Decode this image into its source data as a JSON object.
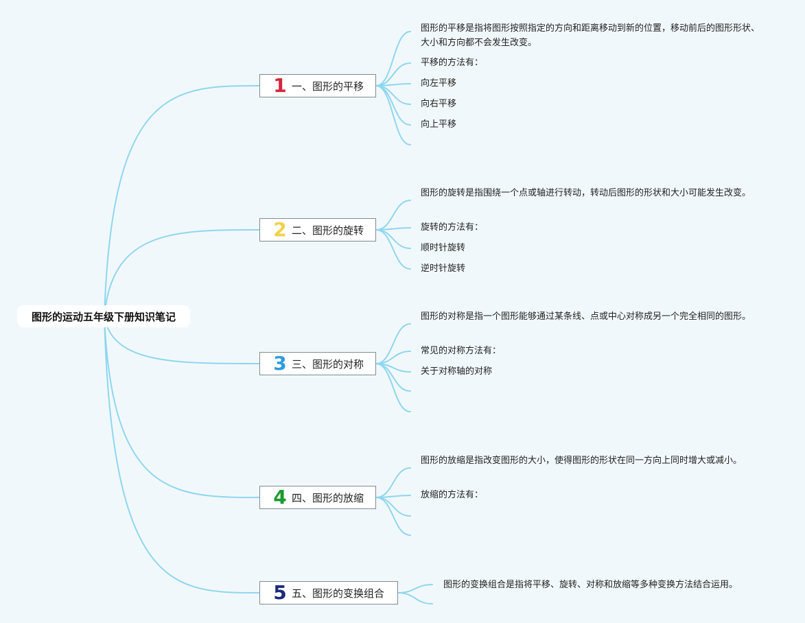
{
  "root": {
    "title": "图形的运动五年级下册知识笔记"
  },
  "colors": {
    "link": "#8ed6f0"
  },
  "branches": [
    {
      "number": "1",
      "label": "一、图形的平移",
      "color": "#d7263d",
      "leaves": [
        "图形的平移是指将图形按照指定的方向和距离移动到新的位置，移动前后的图形形状、大小和方向都不会发生改变。",
        "平移的方法有：",
        "向左平移",
        "向右平移",
        "向上平移",
        ""
      ]
    },
    {
      "number": "2",
      "label": "二、图形的旋转",
      "color": "#f2d04a",
      "leaves": [
        "图形的旋转是指围绕一个点或轴进行转动，转动后图形的形状和大小可能发生改变。",
        "旋转的方法有：",
        "顺时针旋转",
        "逆时针旋转"
      ]
    },
    {
      "number": "3",
      "label": "三、图形的对称",
      "color": "#2f9be0",
      "leaves": [
        "图形的对称是指一个图形能够通过某条线、点或中心对称成另一个完全相同的图形。",
        "常见的对称方法有：",
        "关于对称轴的对称",
        "",
        ""
      ]
    },
    {
      "number": "4",
      "label": "四、图形的放缩",
      "color": "#1a9a2f",
      "leaves": [
        "图形的放缩是指改变图形的大小，使得图形的形状在同一方向上同时增大或减小。",
        "放缩的方法有：",
        "",
        ""
      ]
    },
    {
      "number": "5",
      "label": "五、图形的变换组合",
      "color": "#1b2a7a",
      "leaves": [
        "图形的变换组合是指将平移、旋转、对称和放缩等多种变换方法结合运用。",
        ""
      ]
    }
  ]
}
